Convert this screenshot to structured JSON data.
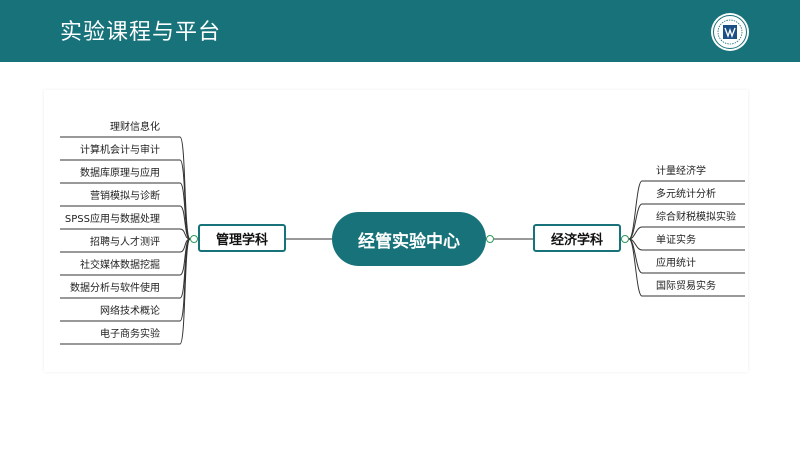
{
  "header": {
    "title": "实验课程与平台"
  },
  "colors": {
    "accent": "#17727a",
    "connector_dot": "#2e9a5a"
  },
  "logo": {
    "icon": "university-seal-icon"
  },
  "mindmap": {
    "center": "经管实验中心",
    "left_branch": {
      "label": "管理学科",
      "items": [
        "理财信息化",
        "计算机会计与审计",
        "数据库原理与应用",
        "营销模拟与诊断",
        "SPSS应用与数据处理",
        "招聘与人才测评",
        "社交媒体数据挖掘",
        "数据分析与软件使用",
        "网络技术概论",
        "电子商务实验"
      ]
    },
    "right_branch": {
      "label": "经济学科",
      "items": [
        "计量经济学",
        "多元统计分析",
        "综合财税模拟实验",
        "单证实务",
        "应用统计",
        "国际贸易实务"
      ]
    }
  }
}
